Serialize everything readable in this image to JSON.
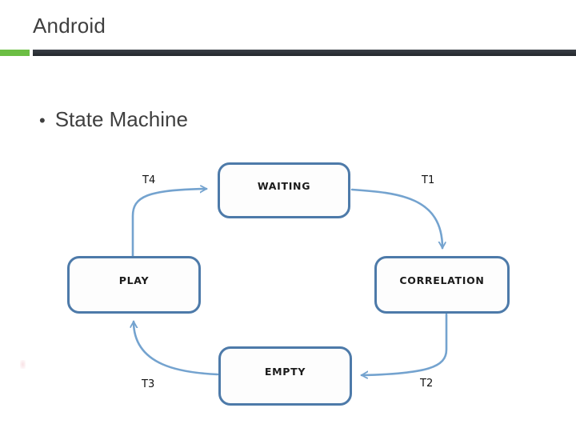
{
  "slide": {
    "title": "Android",
    "bullet": {
      "marker": "•",
      "text": "State Machine"
    }
  },
  "colors": {
    "title_text": "#3f3f3f",
    "body_text": "#404040",
    "accent_green": "#6cbe44",
    "divider_dark": "#2c3137",
    "state_border": "#4d7aa9",
    "arrow": "#74a3cf",
    "label_text": "#111111",
    "state_label": "#1b1b1b"
  },
  "diagram": {
    "type": "state-machine",
    "states": [
      {
        "id": "waiting",
        "label": "WAITING"
      },
      {
        "id": "play",
        "label": "PLAY"
      },
      {
        "id": "correlation",
        "label": "CORRELATION"
      },
      {
        "id": "empty",
        "label": "EMPTY"
      }
    ],
    "transitions": [
      {
        "label": "T1",
        "from": "WAITING",
        "to": "CORRELATION"
      },
      {
        "label": "T2",
        "from": "CORRELATION",
        "to": "EMPTY"
      },
      {
        "label": "T3",
        "from": "EMPTY",
        "to": "PLAY"
      },
      {
        "label": "T4",
        "from": "PLAY",
        "to": "WAITING"
      }
    ]
  }
}
